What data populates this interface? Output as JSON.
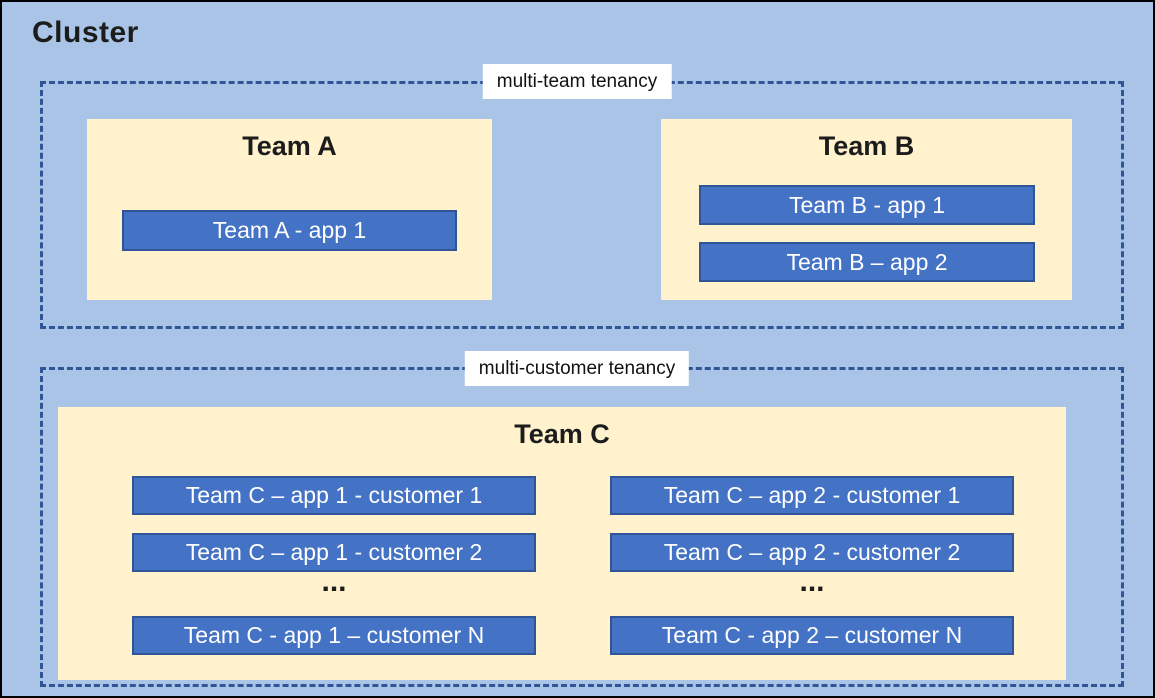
{
  "cluster": {
    "title": "Cluster"
  },
  "sections": {
    "multi_team": {
      "label": "multi-team tenancy",
      "team_a": {
        "name": "Team A",
        "apps": [
          "Team A - app 1"
        ]
      },
      "team_b": {
        "name": "Team B",
        "apps": [
          "Team B - app 1",
          "Team B – app 2"
        ]
      }
    },
    "multi_customer": {
      "label": "multi-customer tenancy",
      "team_c": {
        "name": "Team C",
        "ellipsis": "...",
        "column_1": [
          "Team C – app 1 - customer 1",
          "Team C – app 1 - customer 2",
          "Team C - app 1 – customer N"
        ],
        "column_2": [
          "Team C – app 2 - customer 1",
          "Team C – app 2 - customer 2",
          "Team C - app 2 – customer N"
        ]
      }
    }
  },
  "colors": {
    "background": "#a9c4e6",
    "team_box_fill": "#fff2cc",
    "app_box_fill": "#4472c4",
    "app_box_border": "#2f5597",
    "dashed_border": "#2f5597",
    "app_text": "#ffffff",
    "title_text": "#1c1c1c",
    "label_background": "#ffffff"
  }
}
